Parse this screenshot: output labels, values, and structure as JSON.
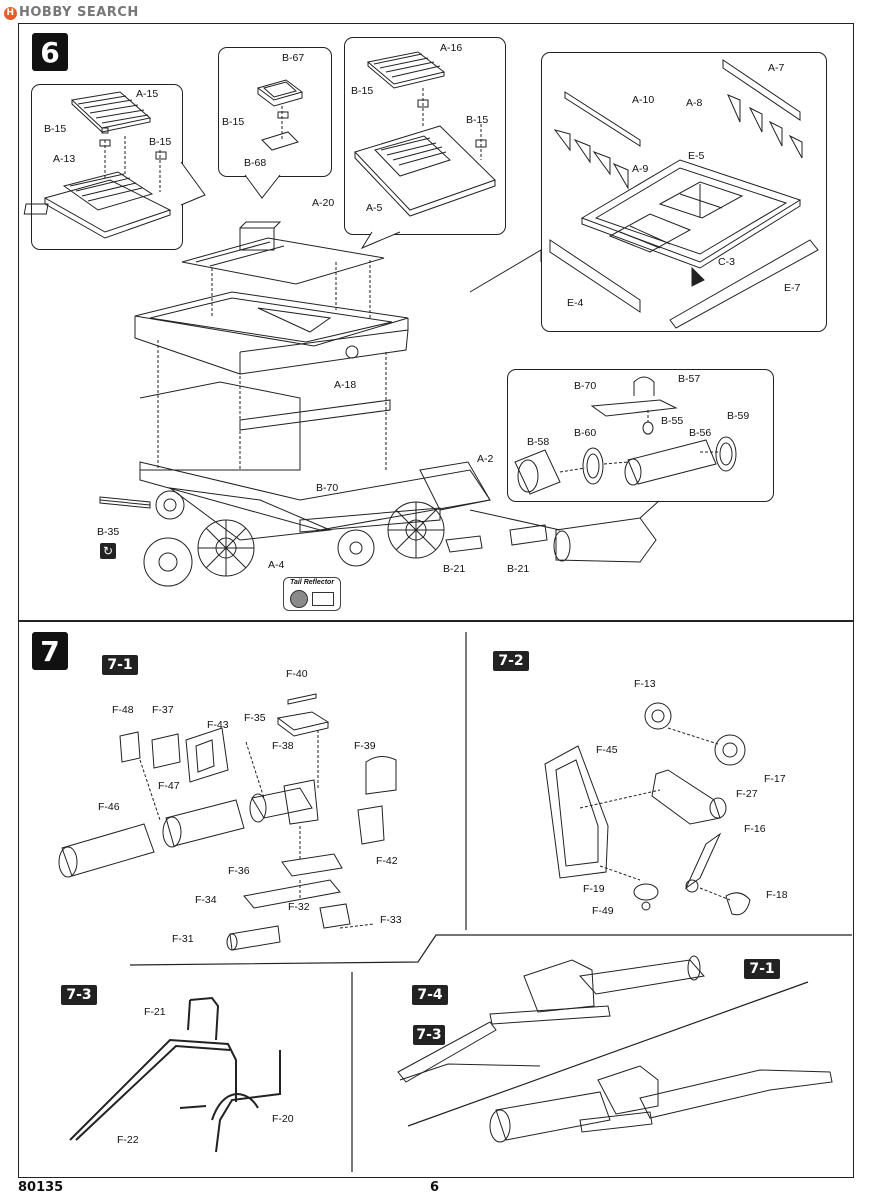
{
  "header": {
    "logo_text": "HOBBY SEARCH",
    "logo_glyph": "H"
  },
  "footer": {
    "kit_number": "80135",
    "page_number": "6"
  },
  "step6": {
    "number": "6",
    "labels": {
      "A15": "A-15",
      "B15a": "B-15",
      "B15b": "B-15",
      "A13": "A-13",
      "B67": "B-67",
      "B15c": "B-15",
      "B68": "B-68",
      "A16": "A-16",
      "B15d": "B-15",
      "B15e": "B-15",
      "A5": "A-5",
      "A7": "A-7",
      "A10": "A-10",
      "A8": "A-8",
      "A9": "A-9",
      "E5": "E-5",
      "C3": "C-3",
      "E4": "E-4",
      "E7": "E-7",
      "A20": "A-20",
      "A18": "A-18",
      "A2": "A-2",
      "B70a": "B-70",
      "B35": "B-35",
      "A4": "A-4",
      "B21a": "B-21",
      "B21b": "B-21",
      "B70b": "B-70",
      "B57": "B-57",
      "B55": "B-55",
      "B59": "B-59",
      "B58": "B-58",
      "B60": "B-60",
      "B56": "B-56"
    },
    "tail_reflector": "Tail Reflector"
  },
  "step7": {
    "number": "7",
    "sub1": {
      "tag": "7-1",
      "labels": {
        "F40": "F-40",
        "F48": "F-48",
        "F37": "F-37",
        "F43": "F-43",
        "F35": "F-35",
        "F38": "F-38",
        "F39": "F-39",
        "F47": "F-47",
        "F46": "F-46",
        "F42": "F-42",
        "F36": "F-36",
        "F34": "F-34",
        "F32": "F-32",
        "F33": "F-33",
        "F31": "F-31"
      }
    },
    "sub2": {
      "tag": "7-2",
      "labels": {
        "F13": "F-13",
        "F45": "F-45",
        "F17": "F-17",
        "F27": "F-27",
        "F16": "F-16",
        "F19": "F-19",
        "F18": "F-18",
        "F49": "F-49"
      }
    },
    "sub3": {
      "tag": "7-3",
      "labels": {
        "F21": "F-21",
        "F20": "F-20",
        "F22": "F-22"
      }
    },
    "sub4": {
      "tag": "7-4",
      "ref1": "7-1",
      "ref3": "7-3"
    }
  }
}
